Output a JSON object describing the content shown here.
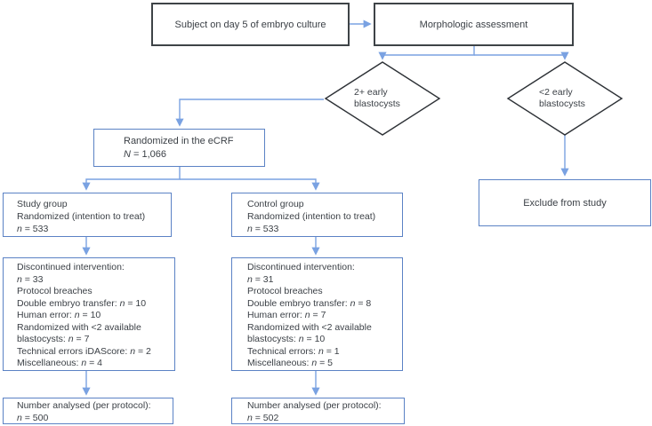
{
  "colors": {
    "blue_border": "#5b82c5",
    "arrow_blue": "#7aa2e2",
    "dark_border": "#3e4347",
    "text": "#3a3f45"
  },
  "boxes": {
    "subject": {
      "label": "Subject on day 5 of embryo culture"
    },
    "assessment": {
      "label": "Morphologic assessment"
    },
    "randomized": {
      "line1": "Randomized in the eCRF",
      "n_it": "N",
      "n_rest": " = 1,066"
    },
    "study": {
      "line1": "Study group",
      "line2": "Randomized (intention to treat)",
      "n_it": "n",
      "n_rest": " = 533"
    },
    "control": {
      "line1": "Control group",
      "line2": "Randomized (intention to treat)",
      "n_it": "n",
      "n_rest": " = 533"
    },
    "exclude": {
      "label": "Exclude from study"
    },
    "analysed_left": {
      "line1": "Number analysed (per protocol):",
      "n_it": "n",
      "n_rest": " = 500"
    },
    "analysed_right": {
      "line1": "Number analysed (per protocol):",
      "n_it": "n",
      "n_rest": " = 502"
    }
  },
  "decisions": {
    "two_plus": {
      "line1": "2+ early",
      "line2": "blastocysts"
    },
    "less_than_two": {
      "line1": "<2 early",
      "line2": "blastocysts"
    }
  },
  "disc_left": {
    "lines": [
      {
        "pre": "Discontinued intervention:",
        "it": "",
        "post": ""
      },
      {
        "pre": "",
        "it": "n",
        "post": " = 33"
      },
      {
        "pre": "Protocol breaches",
        "it": "",
        "post": ""
      },
      {
        "pre": "Double embryo transfer: ",
        "it": "n",
        "post": " = 10"
      },
      {
        "pre": "Human error: ",
        "it": "n",
        "post": " = 10"
      },
      {
        "pre": "Randomized with <2 available blastocysts: ",
        "it": "n",
        "post": " = 7"
      },
      {
        "pre": "Technical errors iDAScore: ",
        "it": "n",
        "post": " = 2"
      },
      {
        "pre": "Miscellaneous: ",
        "it": "n",
        "post": " = 4"
      }
    ]
  },
  "disc_right": {
    "lines": [
      {
        "pre": "Discontinued intervention:",
        "it": "",
        "post": ""
      },
      {
        "pre": "",
        "it": "n",
        "post": " = 31"
      },
      {
        "pre": "Protocol breaches",
        "it": "",
        "post": ""
      },
      {
        "pre": "Double embryo transfer: ",
        "it": "n",
        "post": " = 8"
      },
      {
        "pre": "Human error: ",
        "it": "n",
        "post": " = 7"
      },
      {
        "pre": "Randomized with <2 available blastocysts: ",
        "it": "n",
        "post": " = 10"
      },
      {
        "pre": "Technical errors: ",
        "it": "n",
        "post": " = 1"
      },
      {
        "pre": "Miscellaneous: ",
        "it": "n",
        "post": " = 5"
      }
    ]
  }
}
